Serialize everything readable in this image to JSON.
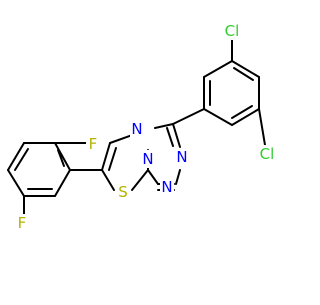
{
  "atoms": {
    "cl_top": "Cl",
    "cl_right": "Cl",
    "f_top": "F",
    "f_bottom": "F",
    "n_upper_left": "N",
    "n_center": "N",
    "n_right_upper": "N",
    "n_right_lower": "N",
    "s_bottom": "S"
  },
  "colors": {
    "bond": "#000000",
    "halogen": "#33cc33",
    "fluorine": "#b3b300",
    "nitrogen": "#0000ff",
    "sulfur": "#b3b300",
    "background": "#ffffff"
  }
}
